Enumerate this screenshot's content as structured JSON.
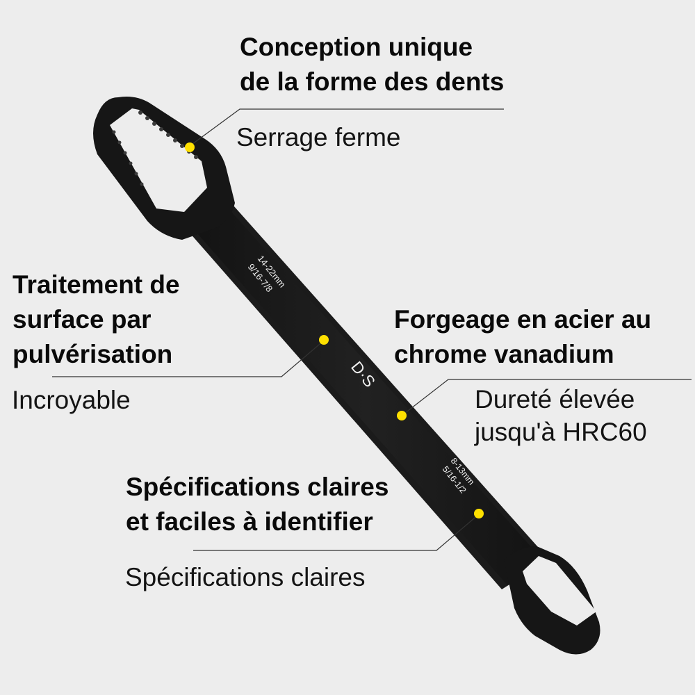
{
  "colors": {
    "background": "#ededed",
    "wrench": "#1a1a1a",
    "dot": "#ffe000",
    "leader_line": "#333333",
    "text": "#111111"
  },
  "wrench": {
    "brand": "D·S",
    "upper_size_metric": "14-22mm",
    "upper_size_imperial": "9/16-7/8",
    "lower_size_metric": "8-13mm",
    "lower_size_imperial": "5/16-1/2"
  },
  "callouts": [
    {
      "id": "teeth",
      "title_line1": "Conception unique",
      "title_line2": "de la forme des dents",
      "subtitle": "Serrage ferme"
    },
    {
      "id": "surface",
      "title_line1": "Traitement de",
      "title_line2": "surface par",
      "title_line3": "pulvérisation",
      "subtitle": "Incroyable"
    },
    {
      "id": "forging",
      "title_line1": "Forgeage en acier au",
      "title_line2": "chrome vanadium",
      "subtitle_line1": "Dureté élevée",
      "subtitle_line2": "jusqu'à HRC60"
    },
    {
      "id": "specs",
      "title_line1": "Spécifications claires",
      "title_line2": "et faciles à identifier",
      "subtitle": "Spécifications claires"
    }
  ]
}
